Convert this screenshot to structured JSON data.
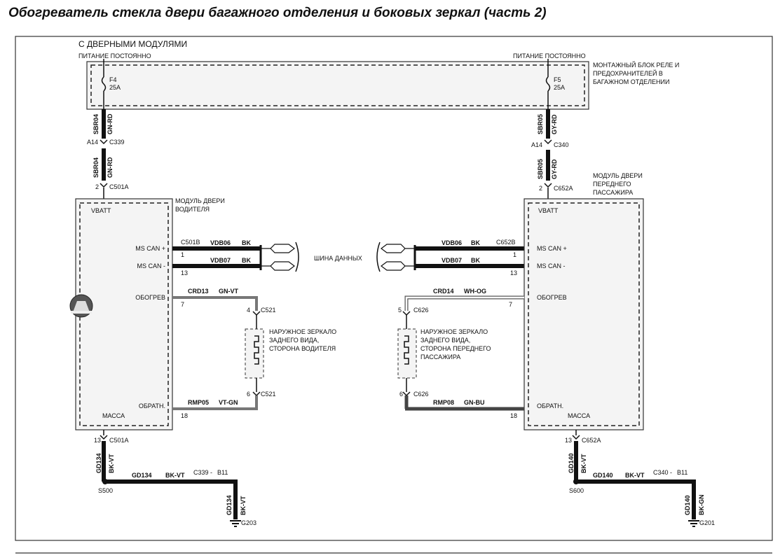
{
  "title": "Обогреватель стекла двери багажного отделения и боковых зеркал (часть 2)",
  "variant_label": "С ДВЕРНЫМИ МОДУЛЯМИ",
  "power": {
    "left_label": "ПИТАНИЕ ПОСТОЯННО",
    "right_label": "ПИТАНИЕ ПОСТОЯННО",
    "box_label": [
      "МОНТАЖНЫЙ БЛОК РЕЛЕ И",
      "ПРЕДОХРАНИТЕЛЕЙ В",
      "БАГАЖНОМ ОТДЕЛЕНИИ"
    ]
  },
  "fuses": [
    {
      "name": "F4",
      "rating": "25A"
    },
    {
      "name": "F5",
      "rating": "25A"
    }
  ],
  "left": {
    "wire_top_1": {
      "code": "SBR04",
      "color": "GN-RD"
    },
    "conn1": {
      "pin": "A14",
      "name": "C339"
    },
    "wire_top_2": {
      "code": "SBR04",
      "color": "GN-RD"
    },
    "conn2": {
      "pin": "2",
      "name": "C501A"
    },
    "module_label": [
      "МОДУЛЬ ДВЕРИ",
      "ВОДИТЕЛЯ"
    ],
    "pins": {
      "vbatt": "VBATT",
      "can_h": "MS CAN +",
      "can_l": "MS CAN -",
      "heat": "ОБОГРЕВ",
      "ret": "ОБРАТН.",
      "gnd": "МАССА"
    },
    "can_conn": "C501B",
    "can_h": {
      "code": "VDB06",
      "color": "BK",
      "pin": "1"
    },
    "can_l": {
      "code": "VDB07",
      "color": "BK",
      "pin": "13"
    },
    "heat": {
      "code": "CRD13",
      "color": "GN-VT",
      "pin": "7"
    },
    "mirror_top": {
      "pin": "4",
      "name": "C521"
    },
    "mirror_label": [
      "НАРУЖНОЕ ЗЕРКАЛО",
      "ЗАДНЕГО ВИДА,",
      "СТОРОНА ВОДИТЕЛЯ"
    ],
    "mirror_bottom": {
      "pin": "6",
      "name": "C521"
    },
    "ret": {
      "code": "RMP05",
      "color": "VT-GN",
      "pin": "18"
    },
    "gnd_conn": {
      "pin": "13",
      "name": "C501A"
    },
    "gnd_wire_v": {
      "code": "GD134",
      "color": "BK-VT"
    },
    "splice": "S500",
    "gnd_wire_h": {
      "code": "GD134",
      "color": "BK-VT"
    },
    "gnd_conn2": {
      "name": "C339",
      "sep": "-",
      "pin": "B11"
    },
    "gnd_wire_v2": {
      "code": "GD134",
      "color": "BK-VT"
    },
    "ground": "G203"
  },
  "right": {
    "wire_top_1": {
      "code": "SBR05",
      "color": "GY-RD"
    },
    "conn1": {
      "pin": "A14",
      "name": "C340"
    },
    "wire_top_2": {
      "code": "SBR05",
      "color": "GY-RD"
    },
    "conn2": {
      "pin": "2",
      "name": "C652A"
    },
    "module_label": [
      "МОДУЛЬ ДВЕРИ",
      "ПЕРЕДНЕГО",
      "ПАССАЖИРА"
    ],
    "pins": {
      "vbatt": "VBATT",
      "can_h": "MS CAN +",
      "can_l": "MS CAN -",
      "heat": "ОБОГРЕВ",
      "ret": "ОБРАТН.",
      "gnd": "МАССА"
    },
    "can_conn": "C652B",
    "can_h": {
      "code": "VDB06",
      "color": "BK",
      "pin": "1"
    },
    "can_l": {
      "code": "VDB07",
      "color": "BK",
      "pin": "13"
    },
    "heat": {
      "code": "CRD14",
      "color": "WH-OG",
      "pin": "7"
    },
    "mirror_top": {
      "pin": "5",
      "name": "C626"
    },
    "mirror_label": [
      "НАРУЖНОЕ ЗЕРКАЛО",
      "ЗАДНЕГО ВИДА,",
      "СТОРОНА ПЕРЕДНЕГО",
      "ПАССАЖИРА"
    ],
    "mirror_bottom": {
      "pin": "6",
      "name": "C626"
    },
    "ret": {
      "code": "RMP08",
      "color": "GN-BU",
      "pin": "18"
    },
    "gnd_conn": {
      "pin": "13",
      "name": "C652A"
    },
    "gnd_wire_v": {
      "code": "GD140",
      "color": "BK-VT"
    },
    "splice": "S600",
    "gnd_wire_h": {
      "code": "GD140",
      "color": "BK-VT"
    },
    "gnd_conn2": {
      "name": "C340",
      "sep": "-",
      "pin": "B11"
    },
    "gnd_wire_v2": {
      "code": "GD140",
      "color": "BK-GN"
    },
    "ground": "G201"
  },
  "data_bus_label": "ШИНА ДАННЫХ",
  "heater_symbol": "{}",
  "colors": {
    "wire_black": "#111111",
    "wire_gray": "#777777",
    "module_fill": "#f4f4f4"
  }
}
